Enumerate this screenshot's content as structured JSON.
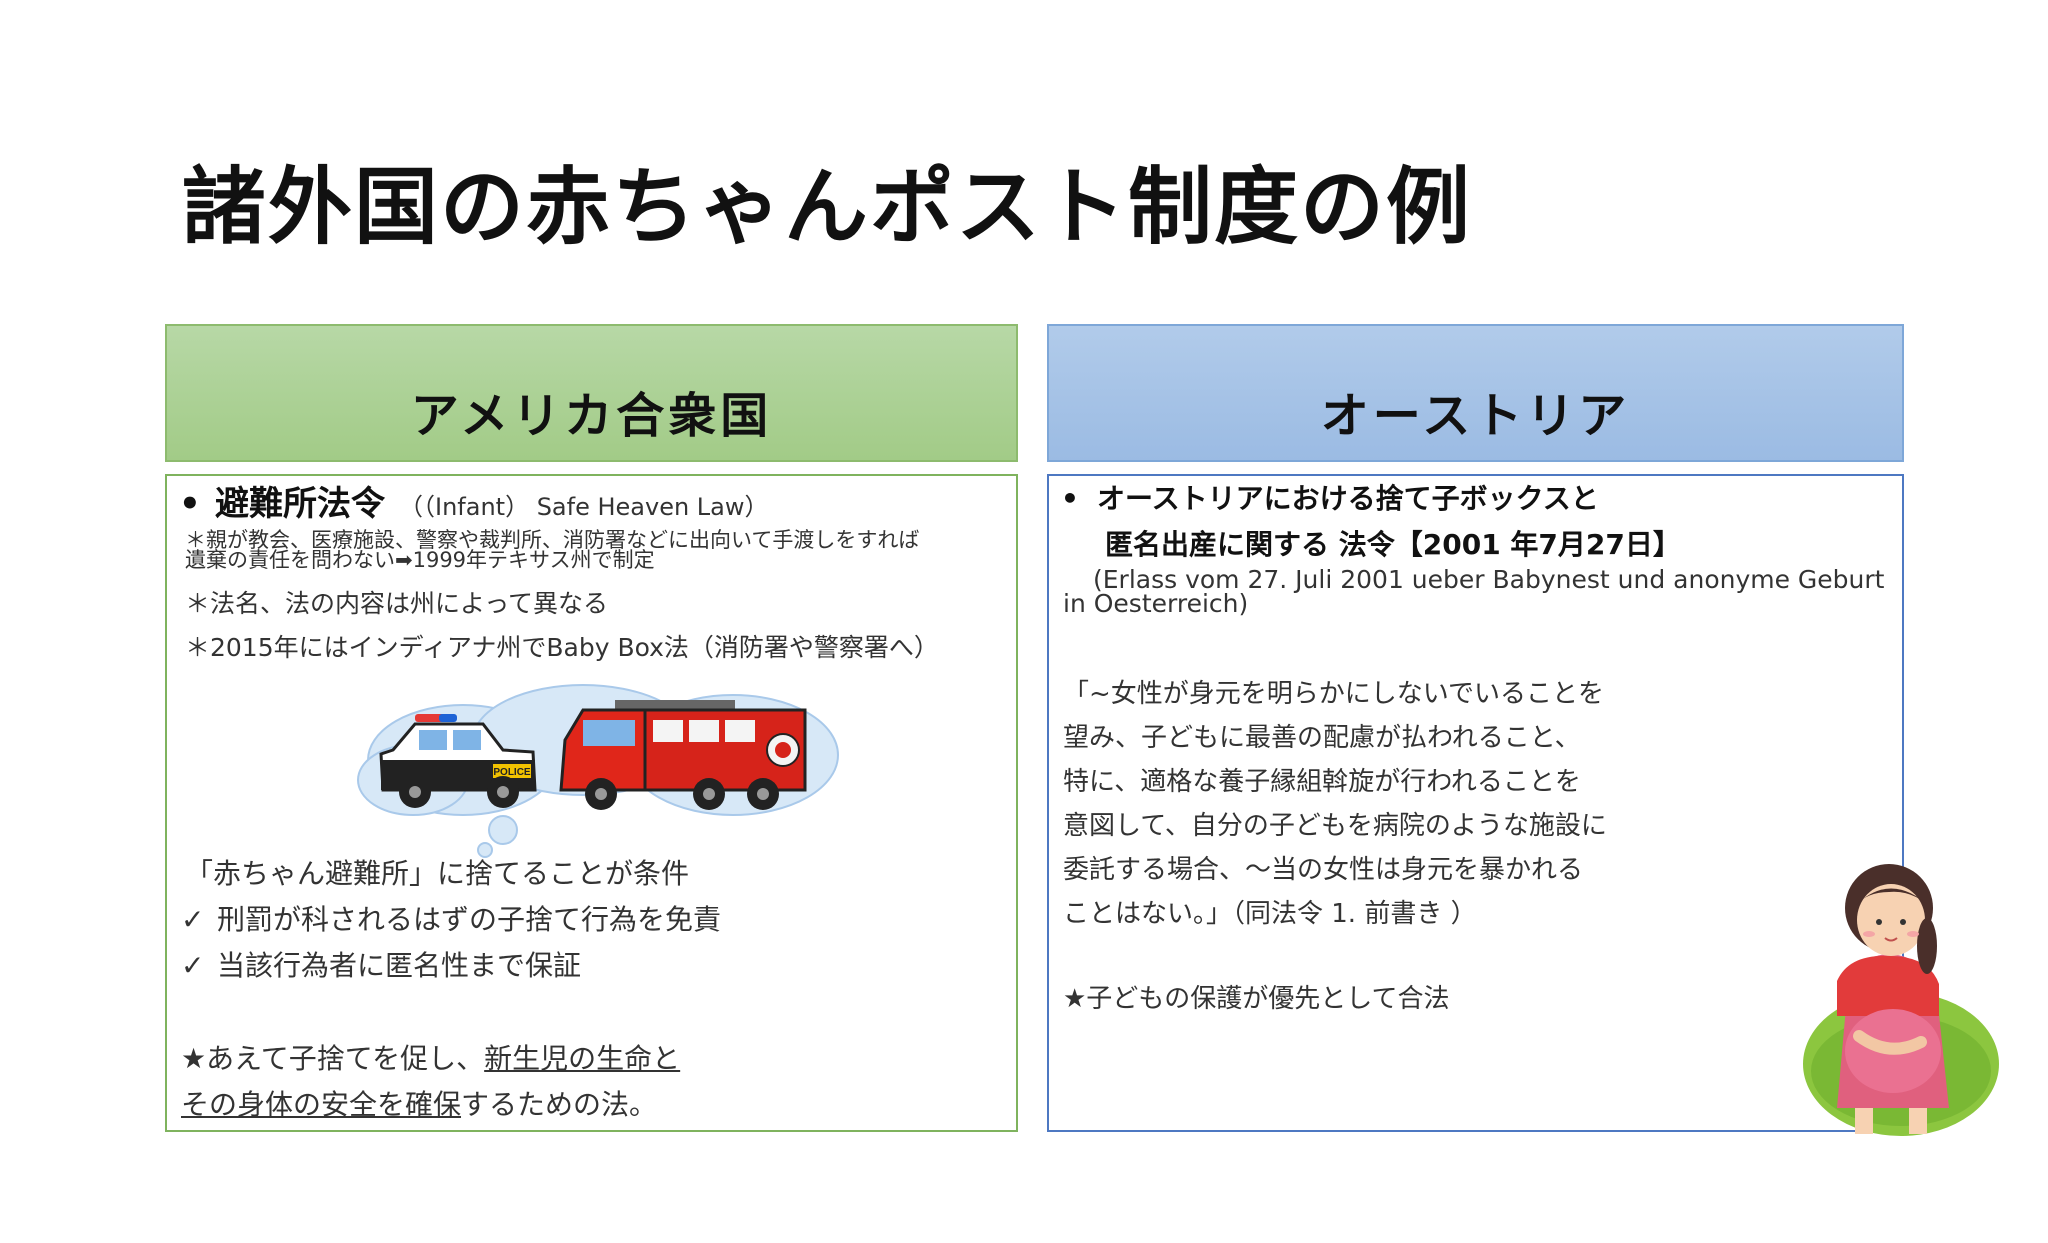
{
  "slide": {
    "title": "諸外国の赤ちゃんポスト制度の例"
  },
  "usa": {
    "header": "アメリカ合衆国",
    "law_title": "避難所法令",
    "law_subtitle": "（（Infant） Safe Heaven Law）",
    "note1_line1": "＊親が教会、医療施設、警察や裁判所、消防署などに出向いて手渡しをすれば",
    "note1_line2": "遺棄の責任を問わない➡1999年テキサス州で制定",
    "note2": "＊法名、法の内容は州によって異なる",
    "note3": "＊2015年にはインディアナ州でBaby Box法（消防署や警察署へ）",
    "police_label": "POLICE",
    "condition": "「赤ちゃん避難所」に捨てることが条件",
    "checks": [
      "刑罰が科されるはずの子捨て行為を免責",
      "当該行為者に匿名性まで保証"
    ],
    "conclusion_pre": "★あえて子捨てを促し、",
    "conclusion_u1": "新生児の生命と",
    "conclusion_u2": "その身体の安全を確保",
    "conclusion_post": "するための法。"
  },
  "austria": {
    "header": "オーストリア",
    "title_line1": "オーストリアにおける捨て子ボックスと",
    "title_line2": "匿名出産に関する 法令【2001 年7月27日】",
    "german_line1": "(Erlass vom 27. Juli 2001 ueber Babynest und anonyme Geburt",
    "german_line2": "in Oesterreich)",
    "quote_lines": [
      "「~女性が身元を明らかにしないでいることを",
      "望み、子どもに最善の配慮が払われること、",
      "特に、適格な養子縁組斡旋が行われることを",
      "意図して、自分の子どもを病院のような施設に",
      "委託する場合、～当の女性は身元を暴かれる",
      "ことはない。」（同法令 1. 前書き ）"
    ],
    "star_note": "★子どもの保護が優先として合法"
  },
  "colors": {
    "us_header": "#a8cf8e",
    "us_border": "#7fb35e",
    "at_header": "#a3c1e6",
    "at_border": "#4d78c2"
  }
}
